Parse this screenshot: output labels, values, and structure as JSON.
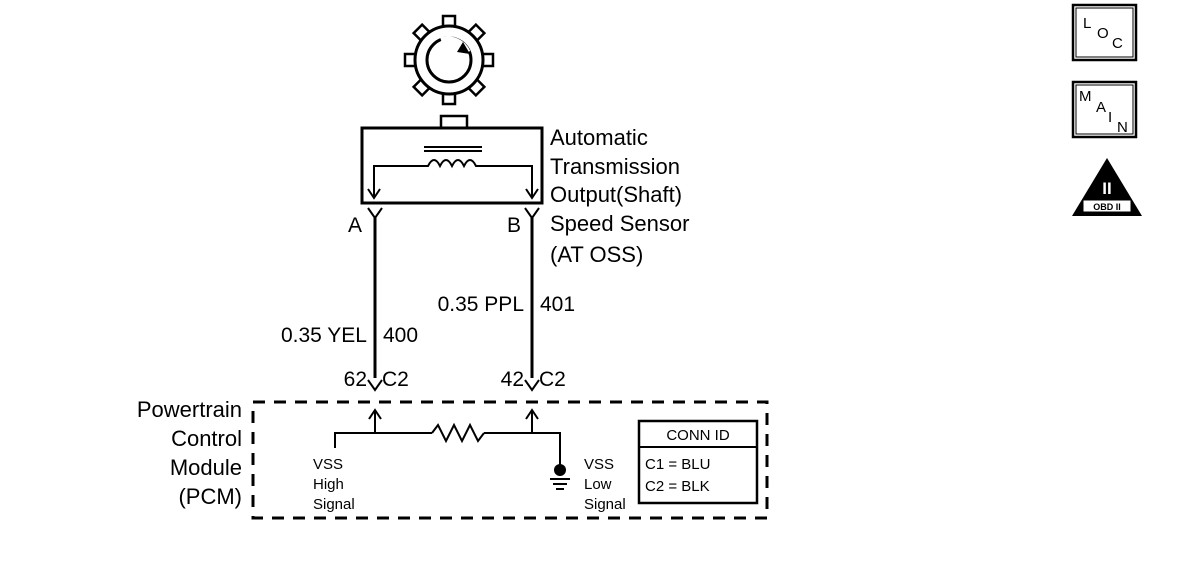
{
  "sensor": {
    "name_lines": [
      "Automatic",
      "Transmission",
      "Output(Shaft)",
      "Speed Sensor",
      "(AT OSS)"
    ],
    "terminal_a": "A",
    "terminal_b": "B"
  },
  "wires": {
    "left": {
      "gauge_color": "0.35 YEL",
      "circuit": "400"
    },
    "right": {
      "gauge_color": "0.35 PPL",
      "circuit": "401"
    }
  },
  "connectors": {
    "left": {
      "pin": "62",
      "connector": "C2"
    },
    "right": {
      "pin": "42",
      "connector": "C2"
    }
  },
  "pcm": {
    "name_lines": [
      "Powertrain",
      "Control",
      "Module",
      "(PCM)"
    ],
    "vss_high_lines": [
      "VSS",
      "High",
      "Signal"
    ],
    "vss_low_lines": [
      "VSS",
      "Low",
      "Signal"
    ],
    "conn_id": {
      "title": "CONN ID",
      "rows": [
        "C1 = BLU",
        "C2 = BLK"
      ]
    }
  },
  "side_buttons": {
    "loc": [
      "L",
      "O",
      "C"
    ],
    "main": [
      "M",
      "A",
      "I",
      "N"
    ],
    "obd": {
      "numeral": "II",
      "label": "OBD II"
    }
  }
}
